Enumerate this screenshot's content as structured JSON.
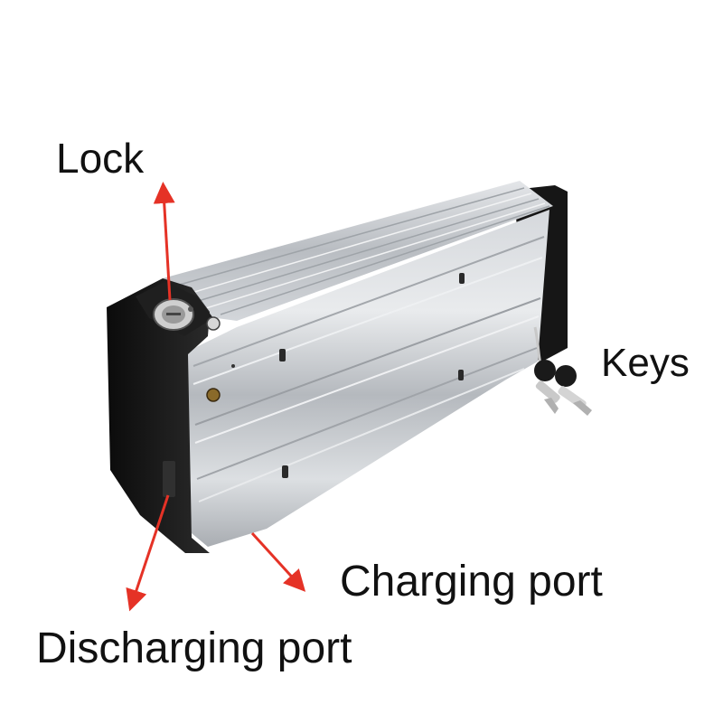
{
  "labels": {
    "lock": "Lock",
    "keys": "Keys",
    "charging_port": "Charging port",
    "discharging_port": "Discharging port"
  },
  "colors": {
    "arrow": "#e53226",
    "text": "#111111",
    "casing_black": "#141414",
    "aluminum": "#c4c7cb"
  }
}
